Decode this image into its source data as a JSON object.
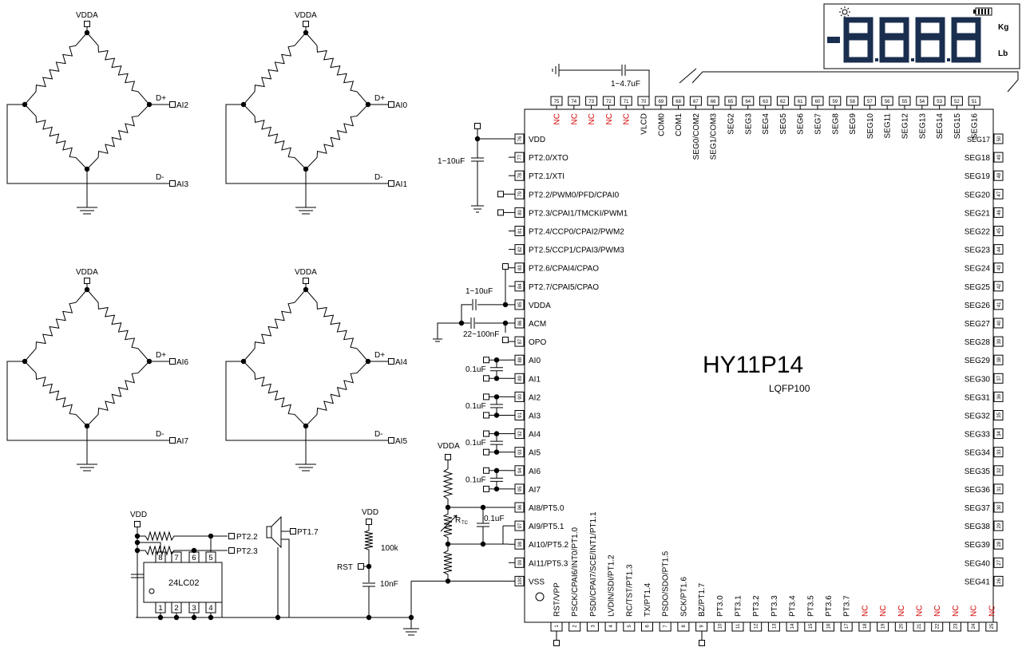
{
  "chip": {
    "name": "HY11P14",
    "package": "LQFP100"
  },
  "lcd": {
    "digits": "-8.8.8.8",
    "units": [
      "Kg",
      "Lb"
    ]
  },
  "eeprom": {
    "name": "24LC02",
    "top_pins": [
      "8",
      "7",
      "6",
      "5"
    ],
    "bottom_pins": [
      "1",
      "2",
      "3",
      "4"
    ]
  },
  "labels": {
    "vdda": "VDDA",
    "vdd": "VDD",
    "dplus": "D+",
    "dminus": "D-",
    "rst": "RST",
    "r100k": "100k",
    "c10nf": "10nF",
    "c_lcd": "1~4.7uF",
    "c_vdd": "1~10uF",
    "c_vdda": "1~10uF",
    "c_acm": "22~100nF",
    "c01": "0.1uF",
    "rrc": "R",
    "rrc_sub": "TC",
    "pt22": "PT2.2",
    "pt23": "PT2.3",
    "pt17": "PT1.7"
  },
  "bridges": [
    {
      "top": "VDDA",
      "dplus": "AI2",
      "dminus": "AI3"
    },
    {
      "top": "VDDA",
      "dplus": "AI0",
      "dminus": "AI1"
    },
    {
      "top": "VDDA",
      "dplus": "AI6",
      "dminus": "AI7"
    },
    {
      "top": "VDDA",
      "dplus": "AI4",
      "dminus": "AI5"
    }
  ],
  "pins_top": [
    {
      "n": "75",
      "name": "NC",
      "nc": true
    },
    {
      "n": "74",
      "name": "NC",
      "nc": true
    },
    {
      "n": "73",
      "name": "NC",
      "nc": true
    },
    {
      "n": "72",
      "name": "NC",
      "nc": true
    },
    {
      "n": "71",
      "name": "NC",
      "nc": true
    },
    {
      "n": "70",
      "name": "VLCD"
    },
    {
      "n": "69",
      "name": "COM0"
    },
    {
      "n": "68",
      "name": "COM1"
    },
    {
      "n": "67",
      "name": "SEG0/COM2"
    },
    {
      "n": "66",
      "name": "SEG1/COM3"
    },
    {
      "n": "65",
      "name": "SEG2"
    },
    {
      "n": "64",
      "name": "SEG3"
    },
    {
      "n": "63",
      "name": "SEG4"
    },
    {
      "n": "62",
      "name": "SEG5"
    },
    {
      "n": "61",
      "name": "SEG6"
    },
    {
      "n": "60",
      "name": "SEG7"
    },
    {
      "n": "59",
      "name": "SEG8"
    },
    {
      "n": "58",
      "name": "SEG9"
    },
    {
      "n": "57",
      "name": "SEG10"
    },
    {
      "n": "56",
      "name": "SEG11"
    },
    {
      "n": "55",
      "name": "SEG12"
    },
    {
      "n": "54",
      "name": "SEG13"
    },
    {
      "n": "53",
      "name": "SEG14"
    },
    {
      "n": "52",
      "name": "SEG15"
    },
    {
      "n": "51",
      "name": "SEG16"
    }
  ],
  "pins_left": [
    {
      "n": "76",
      "name": "VDD"
    },
    {
      "n": "77",
      "name": "PT2.0/XTO"
    },
    {
      "n": "78",
      "name": "PT2.1/XTI"
    },
    {
      "n": "79",
      "name": "PT2.2/PWM0/PFD/CPAI0"
    },
    {
      "n": "80",
      "name": "PT2.3/CPAI1/TMCKI/PWM1"
    },
    {
      "n": "81",
      "name": "PT2.4/CCP0/CPAI2/PWM2"
    },
    {
      "n": "82",
      "name": "PT2.5/CCP1/CPAI3/PWM3"
    },
    {
      "n": "83",
      "name": "PT2.6/CPAI4/CPAO"
    },
    {
      "n": "84",
      "name": "PT2.7/CPAI5/CPAO"
    },
    {
      "n": "85",
      "name": "VDDA"
    },
    {
      "n": "86",
      "name": "ACM"
    },
    {
      "n": "87",
      "name": "OPO"
    },
    {
      "n": "88",
      "name": "AI0"
    },
    {
      "n": "89",
      "name": "AI1"
    },
    {
      "n": "90",
      "name": "AI2"
    },
    {
      "n": "91",
      "name": "AI3"
    },
    {
      "n": "92",
      "name": "AI4"
    },
    {
      "n": "93",
      "name": "AI5"
    },
    {
      "n": "94",
      "name": "AI6"
    },
    {
      "n": "95",
      "name": "AI7"
    },
    {
      "n": "96",
      "name": "AI8/PT5.0"
    },
    {
      "n": "97",
      "name": "AI9/PT5.1"
    },
    {
      "n": "98",
      "name": "AI10/PT5.2"
    },
    {
      "n": "99",
      "name": "AI11/PT5.3"
    },
    {
      "n": "100",
      "name": "VSS"
    }
  ],
  "pins_right": [
    {
      "n": "50",
      "name": "SEG17"
    },
    {
      "n": "49",
      "name": "SEG18"
    },
    {
      "n": "48",
      "name": "SEG19"
    },
    {
      "n": "47",
      "name": "SEG20"
    },
    {
      "n": "46",
      "name": "SEG21"
    },
    {
      "n": "45",
      "name": "SEG22"
    },
    {
      "n": "44",
      "name": "SEG23"
    },
    {
      "n": "43",
      "name": "SEG24"
    },
    {
      "n": "42",
      "name": "SEG25"
    },
    {
      "n": "41",
      "name": "SEG26"
    },
    {
      "n": "40",
      "name": "SEG27"
    },
    {
      "n": "39",
      "name": "SEG28"
    },
    {
      "n": "38",
      "name": "SEG29"
    },
    {
      "n": "37",
      "name": "SEG30"
    },
    {
      "n": "36",
      "name": "SEG31"
    },
    {
      "n": "35",
      "name": "SEG32"
    },
    {
      "n": "34",
      "name": "SEG33"
    },
    {
      "n": "33",
      "name": "SEG34"
    },
    {
      "n": "32",
      "name": "SEG35"
    },
    {
      "n": "31",
      "name": "SEG36"
    },
    {
      "n": "30",
      "name": "SEG37"
    },
    {
      "n": "29",
      "name": "SEG38"
    },
    {
      "n": "28",
      "name": "SEG39"
    },
    {
      "n": "27",
      "name": "SEG40"
    },
    {
      "n": "26",
      "name": "SEG41"
    }
  ],
  "pins_bottom": [
    {
      "n": "1",
      "name": "RST/VPP"
    },
    {
      "n": "2",
      "name": "PSCK/CPAI6/INT0/PT1.0"
    },
    {
      "n": "3",
      "name": "PSDI/CPAI7/SCE/INT1/PT1.1"
    },
    {
      "n": "4",
      "name": "LVDIN/SDI/PT1.2"
    },
    {
      "n": "5",
      "name": "RC/TST/PT1.3"
    },
    {
      "n": "6",
      "name": "TX/PT1.4"
    },
    {
      "n": "7",
      "name": "PSDO/SDO/PT1.5"
    },
    {
      "n": "8",
      "name": "SCK/PT1.6"
    },
    {
      "n": "9",
      "name": "BZ/PT1.7"
    },
    {
      "n": "10",
      "name": "PT3.0"
    },
    {
      "n": "11",
      "name": "PT3.1"
    },
    {
      "n": "12",
      "name": "PT3.2"
    },
    {
      "n": "13",
      "name": "PT3.3"
    },
    {
      "n": "14",
      "name": "PT3.4"
    },
    {
      "n": "15",
      "name": "PT3.5"
    },
    {
      "n": "16",
      "name": "PT3.6"
    },
    {
      "n": "17",
      "name": "PT3.7"
    },
    {
      "n": "18",
      "name": "NC",
      "nc": true
    },
    {
      "n": "19",
      "name": "NC",
      "nc": true
    },
    {
      "n": "20",
      "name": "NC",
      "nc": true
    },
    {
      "n": "21",
      "name": "NC",
      "nc": true
    },
    {
      "n": "22",
      "name": "NC",
      "nc": true
    },
    {
      "n": "23",
      "name": "NC",
      "nc": true
    },
    {
      "n": "24",
      "name": "NC",
      "nc": true
    },
    {
      "n": "25",
      "name": "NC",
      "nc": true
    }
  ]
}
